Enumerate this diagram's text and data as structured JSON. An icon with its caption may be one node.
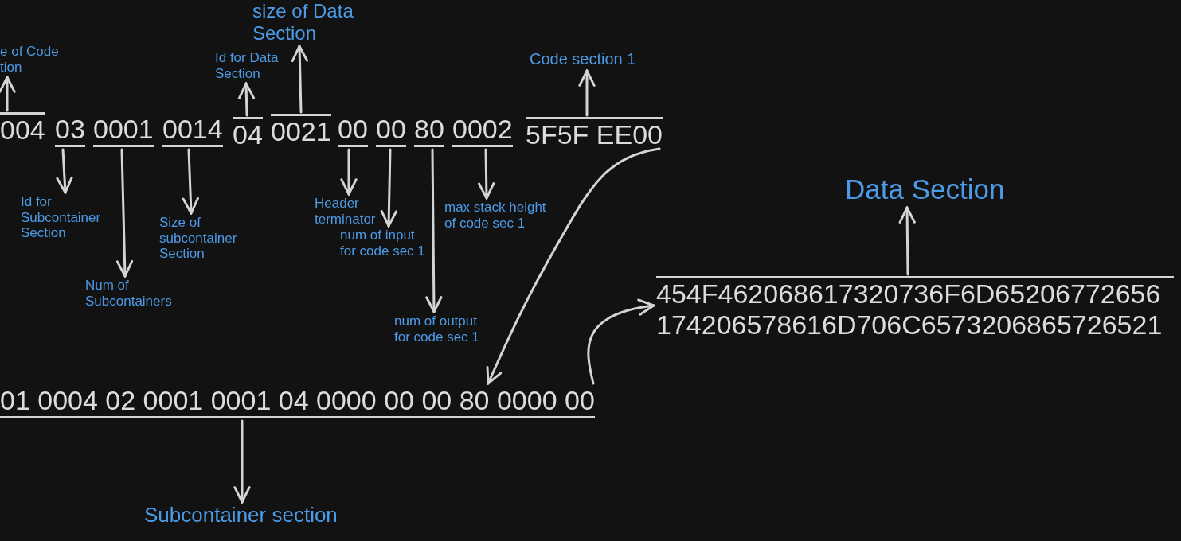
{
  "diagram": {
    "nodes": [
      {
        "text": [
          "size of Data Section"
        ]
      },
      {
        "text": [
          "e of Code tion"
        ]
      },
      {
        "text": [
          "Id for Data Section"
        ]
      },
      {
        "text": [
          "Code section 1"
        ]
      },
      {
        "text": [
          "004"
        ]
      },
      {
        "text": [
          "03"
        ]
      },
      {
        "text": [
          "0001"
        ]
      },
      {
        "text": [
          "0014"
        ]
      },
      {
        "text": [
          "04"
        ]
      },
      {
        "text": [
          "0021"
        ]
      },
      {
        "text": [
          "00"
        ]
      },
      {
        "text": [
          "00"
        ]
      },
      {
        "text": [
          "80"
        ]
      },
      {
        "text": [
          "0002"
        ]
      },
      {
        "text": [
          "5F5F EE00"
        ]
      },
      {
        "text": [
          "Data Section"
        ]
      },
      {
        "text": [
          "Id for Subcontainer Section"
        ]
      },
      {
        "text": [
          "Header terminator"
        ]
      },
      {
        "text": [
          "max stack height of code sec 1"
        ]
      },
      {
        "text": [
          "Size of subcontainer Section"
        ]
      },
      {
        "text": [
          "num of input for code sec 1"
        ]
      },
      {
        "text": [
          "Num of Subcontainers"
        ]
      },
      {
        "text": [
          "454F462068617320736F6D65206772656 174206578616D706C6573206865726521"
        ]
      },
      {
        "text": [
          "num of output for code sec 1"
        ]
      },
      {
        "text": [
          "01 0004 02 0001 0001 04 0000 00 00 80 0000 00"
        ]
      },
      {
        "text": [
          "Subcontainer section"
        ]
      }
    ],
    "edges": [
      {
        "from": 4,
        "to": 1,
        "arrow": "to"
      },
      {
        "from": 5,
        "to": 16,
        "arrow": "to"
      },
      {
        "from": 6,
        "to": 21,
        "arrow": "to"
      },
      {
        "from": 7,
        "to": 19,
        "arrow": "to"
      },
      {
        "from": 8,
        "to": 2,
        "arrow": "to"
      },
      {
        "from": 9,
        "to": 0,
        "arrow": "to"
      },
      {
        "from": 10,
        "to": 17,
        "arrow": "to"
      },
      {
        "from": 11,
        "to": 20,
        "arrow": "to"
      },
      {
        "from": 12,
        "to": 23,
        "arrow": "to"
      },
      {
        "from": 13,
        "to": 18,
        "arrow": "to"
      },
      {
        "from": 14,
        "to": 3,
        "arrow": "to"
      },
      {
        "from": 14,
        "to": 24,
        "arrow": "to"
      },
      {
        "from": 24,
        "to": 22,
        "arrow": "to"
      },
      {
        "from": 22,
        "to": 15,
        "arrow": "to"
      },
      {
        "from": 24,
        "to": 25,
        "arrow": "to"
      }
    ]
  }
}
